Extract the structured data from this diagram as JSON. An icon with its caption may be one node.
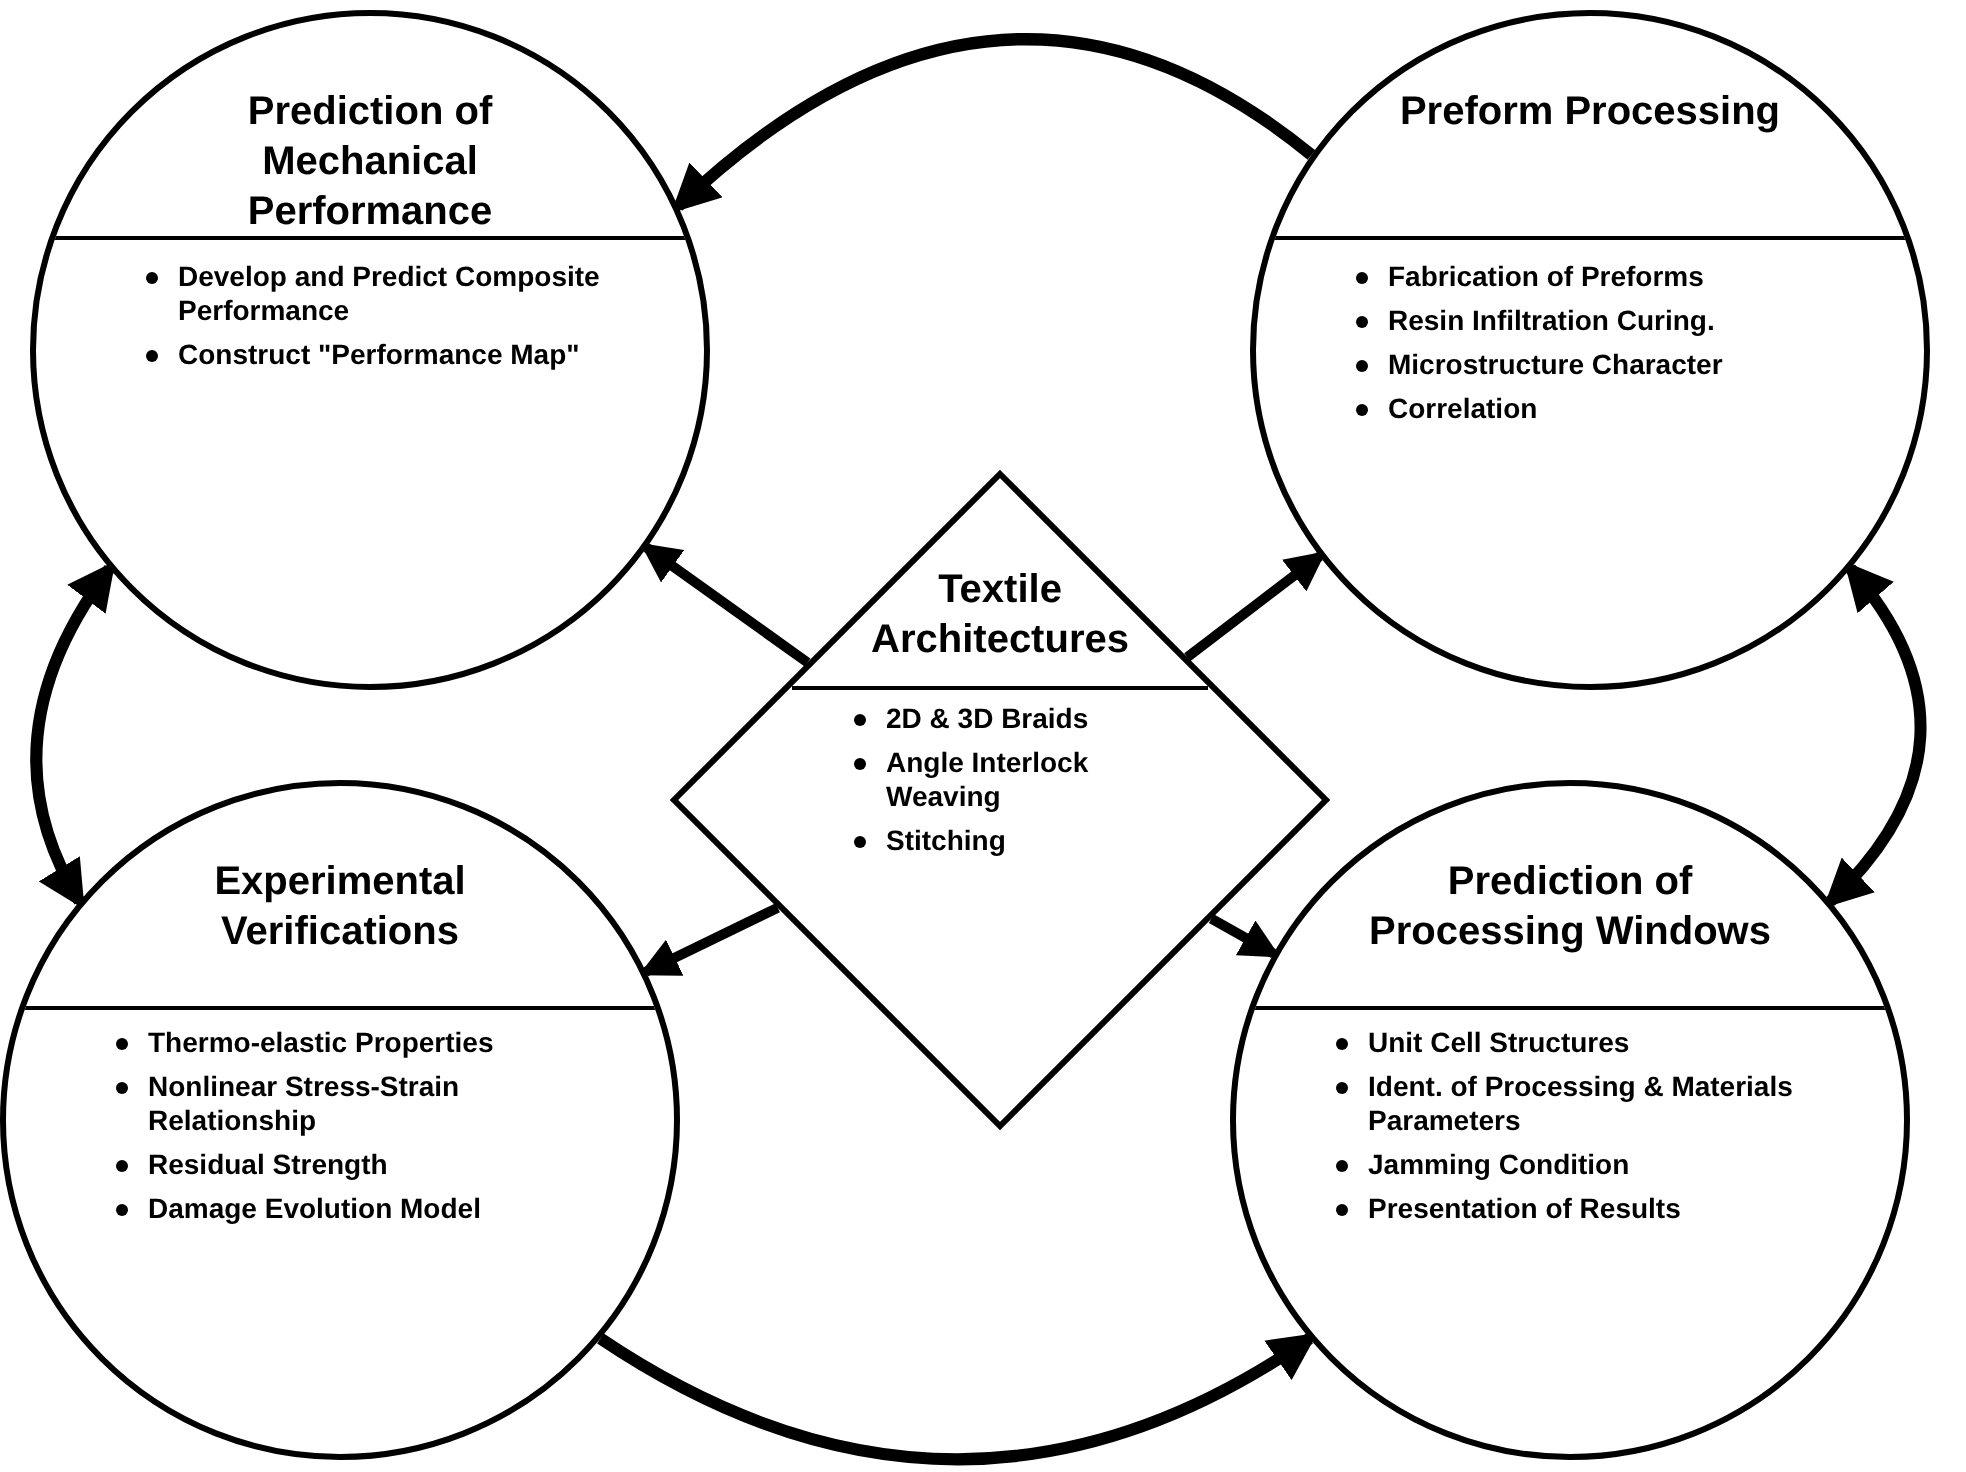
{
  "diagram": {
    "nodes": [
      {
        "text": [
          "Prediction of Mechanical Performance",
          "Develop and Predict Composite Performance",
          "Construct \"Performance Map\""
        ]
      },
      {
        "text": [
          "Preform Processing",
          "Fabrication of Preforms",
          "Resin Infiltration Curing.",
          "Microstructure Character",
          "Correlation"
        ]
      },
      {
        "text": [
          "Textile Architectures",
          "2D & 3D Braids",
          "Angle Interlock Weaving",
          "Stitching"
        ]
      },
      {
        "text": [
          "Experimental Verifications",
          "Thermo-elastic Properties",
          "Nonlinear Stress-Strain Relationship",
          "Residual Strength",
          "Damage Evolution Model"
        ]
      },
      {
        "text": [
          "Prediction of Processing Windows",
          "Unit Cell Structures",
          "Ident. of Processing & Materials Parameters",
          "Jamming Condition",
          "Presentation of Results"
        ]
      }
    ],
    "edges": [
      {
        "from": 1,
        "to": 0,
        "arrow": "to"
      },
      {
        "from": 0,
        "to": 3,
        "arrow": "both"
      },
      {
        "from": 1,
        "to": 4,
        "arrow": "both"
      },
      {
        "from": 3,
        "to": 4,
        "arrow": "to"
      },
      {
        "from": 2,
        "to": 0,
        "arrow": "to"
      },
      {
        "from": 2,
        "to": 1,
        "arrow": "to"
      },
      {
        "from": 2,
        "to": 3,
        "arrow": "to"
      },
      {
        "from": 2,
        "to": 4,
        "arrow": "to"
      }
    ]
  }
}
